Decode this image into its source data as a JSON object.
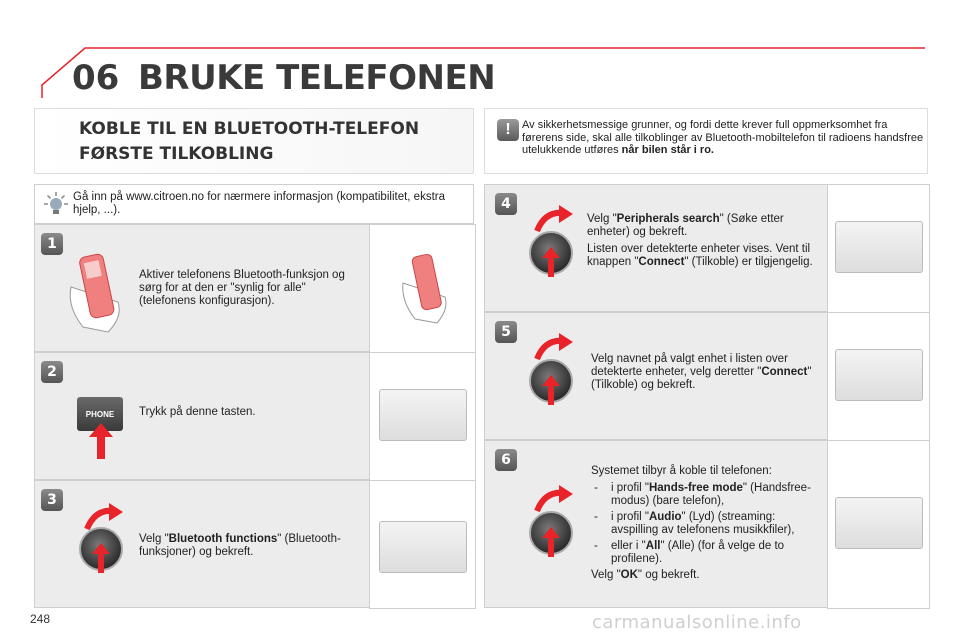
{
  "header": {
    "chapter_number": "06",
    "chapter_title": "BRUKE TELEFONEN"
  },
  "section": {
    "title_line1": "KOBLE TIL EN BLUETOOTH-TELEFON",
    "title_line2": "FØRSTE TILKOBLING"
  },
  "warning": {
    "icon": "exclamation-icon",
    "text_prefix": "Av sikkerhetsmessige grunner, og fordi dette krever full oppmerksomhet fra førerens side, skal alle tilkoblinger av Bluetooth-mobiltelefon til radioens handsfree utelukkende utføres ",
    "text_bold": "når bilen står i ro."
  },
  "tip": {
    "icon": "lightbulb-icon",
    "text": "Gå inn på www.citroen.no for nærmere informasjon (kompatibilitet, ekstra hjelp, ...)."
  },
  "steps": {
    "s1": {
      "num": "1",
      "text": "Aktiver telefonens Bluetooth-funksjon og sørg for at den er \"synlig for alle\" (telefonens konfigurasjon)."
    },
    "s2": {
      "num": "2",
      "text": "Trykk på denne tasten.",
      "key_label": "PHONE"
    },
    "s3": {
      "num": "3",
      "pre": "Velg \"",
      "bold": "Bluetooth functions",
      "post": "\" (Bluetooth-funksjoner) og bekreft."
    },
    "s4": {
      "num": "4",
      "p1_pre": "Velg \"",
      "p1_bold": "Peripherals search",
      "p1_post": "\" (Søke etter enheter) og bekreft.",
      "p2_pre": "Listen over detekterte enheter vises. Vent til knappen \"",
      "p2_bold": "Connect",
      "p2_post": "\" (Tilkoble) er tilgjengelig."
    },
    "s5": {
      "num": "5",
      "pre": "Velg navnet på valgt enhet i listen over detekterte enheter, velg deretter \"",
      "bold": "Connect",
      "post": "\" (Tilkoble) og bekreft."
    },
    "s6": {
      "num": "6",
      "intro": "Systemet tilbyr å koble til telefonen:",
      "items": [
        {
          "pre": "i profil \"",
          "bold": "Hands-free mode",
          "post": "\" (Handsfree-modus) (bare telefon),"
        },
        {
          "pre": "i profil \"",
          "bold": "Audio",
          "post": "\" (Lyd) (streaming: avspilling av telefonens musikkfiler),"
        },
        {
          "pre": "eller i \"",
          "bold": "All",
          "post": "\" (Alle) (for å velge de to profilene)."
        }
      ],
      "outro_pre": "Velg \"",
      "outro_bold": "OK",
      "outro_post": "\" og bekreft."
    }
  },
  "footer": {
    "page_number": "248",
    "watermark": "carmanualsonline.info"
  },
  "colors": {
    "accent": "#e8232a",
    "box_border": "#cfcfcf",
    "step_gray": "#ececec"
  }
}
